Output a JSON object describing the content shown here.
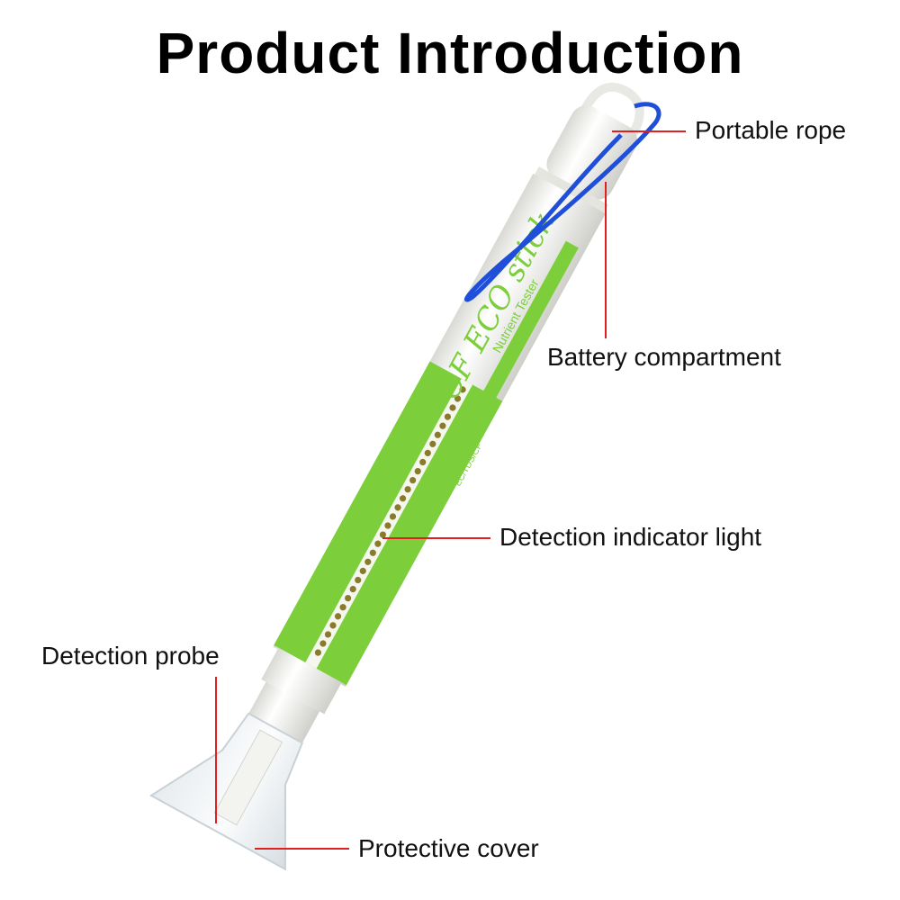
{
  "title": "Product Introduction",
  "labels": {
    "rope": "Portable rope",
    "battery": "Battery compartment",
    "indicator": "Detection indicator light",
    "probe": "Detection probe",
    "cover": "Protective cover"
  },
  "product": {
    "brand": "CF ECO stick",
    "subtitle": "Nutrient Tester",
    "model": "EC/TDS/CF"
  },
  "colors": {
    "green": "#7ccf3a",
    "rope": "#1f4fd8",
    "leader_line": "#e02020"
  }
}
